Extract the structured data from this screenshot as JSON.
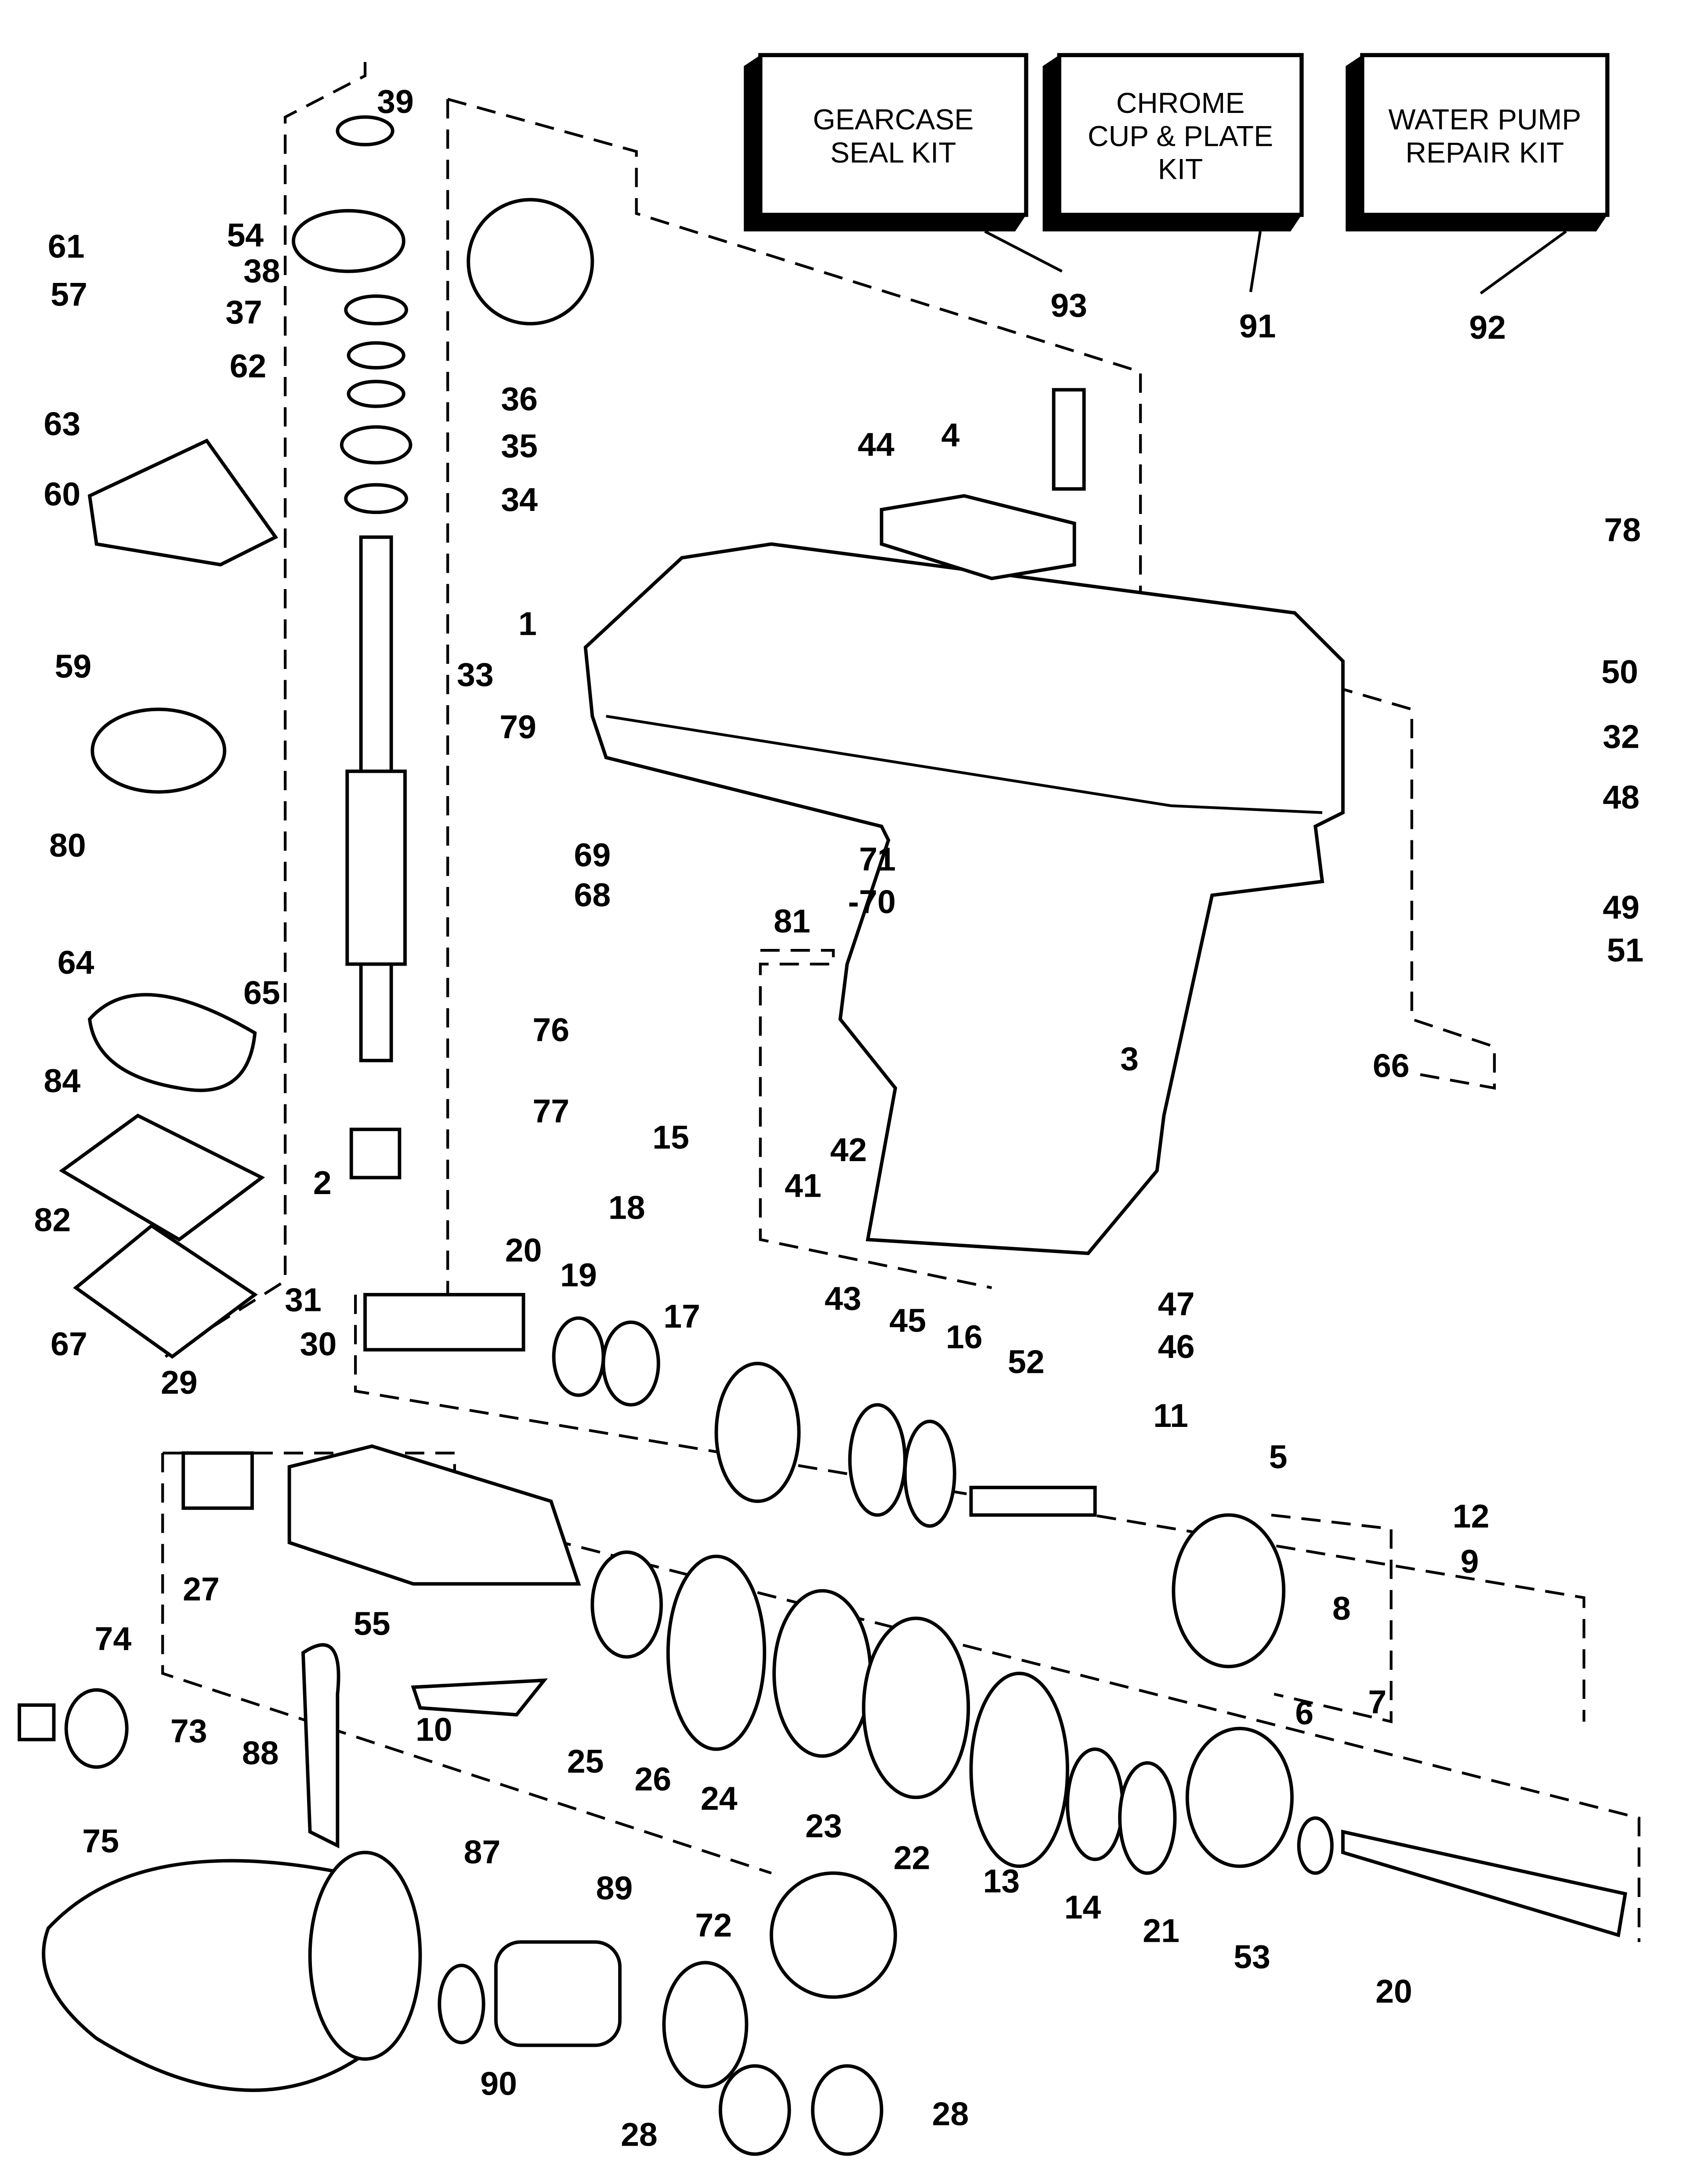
{
  "kits": [
    {
      "lines": [
        "GEARCASE",
        "SEAL KIT"
      ],
      "part": "93"
    },
    {
      "lines": [
        "CHROME",
        "CUP & PLATE",
        "KIT"
      ],
      "part": "91"
    },
    {
      "lines": [
        "WATER PUMP",
        "REPAIR KIT"
      ],
      "part": "92"
    }
  ],
  "labels": [
    "39",
    "54",
    "38",
    "61",
    "57",
    "37",
    "62",
    "36",
    "35",
    "34",
    "63",
    "60",
    "59",
    "33",
    "80",
    "64",
    "65",
    "84",
    "82",
    "67",
    "2",
    "31",
    "29",
    "30",
    "20",
    "19",
    "18",
    "17",
    "15",
    "43",
    "45",
    "16",
    "52",
    "11",
    "5",
    "12",
    "9",
    "8",
    "7",
    "6",
    "27",
    "55",
    "10",
    "25",
    "26",
    "24",
    "23",
    "22",
    "13",
    "14",
    "21",
    "53",
    "20",
    "74",
    "73",
    "88",
    "75",
    "87",
    "89",
    "72",
    "90",
    "28",
    "28",
    "1",
    "79",
    "69",
    "68",
    "81",
    "71",
    "-70",
    "76",
    "77",
    "44",
    "4",
    "78",
    "50",
    "32",
    "48",
    "49",
    "51",
    "66",
    "3",
    "41",
    "42",
    "47",
    "46"
  ],
  "colors": {
    "ink": "#000000",
    "paper": "#ffffff"
  }
}
